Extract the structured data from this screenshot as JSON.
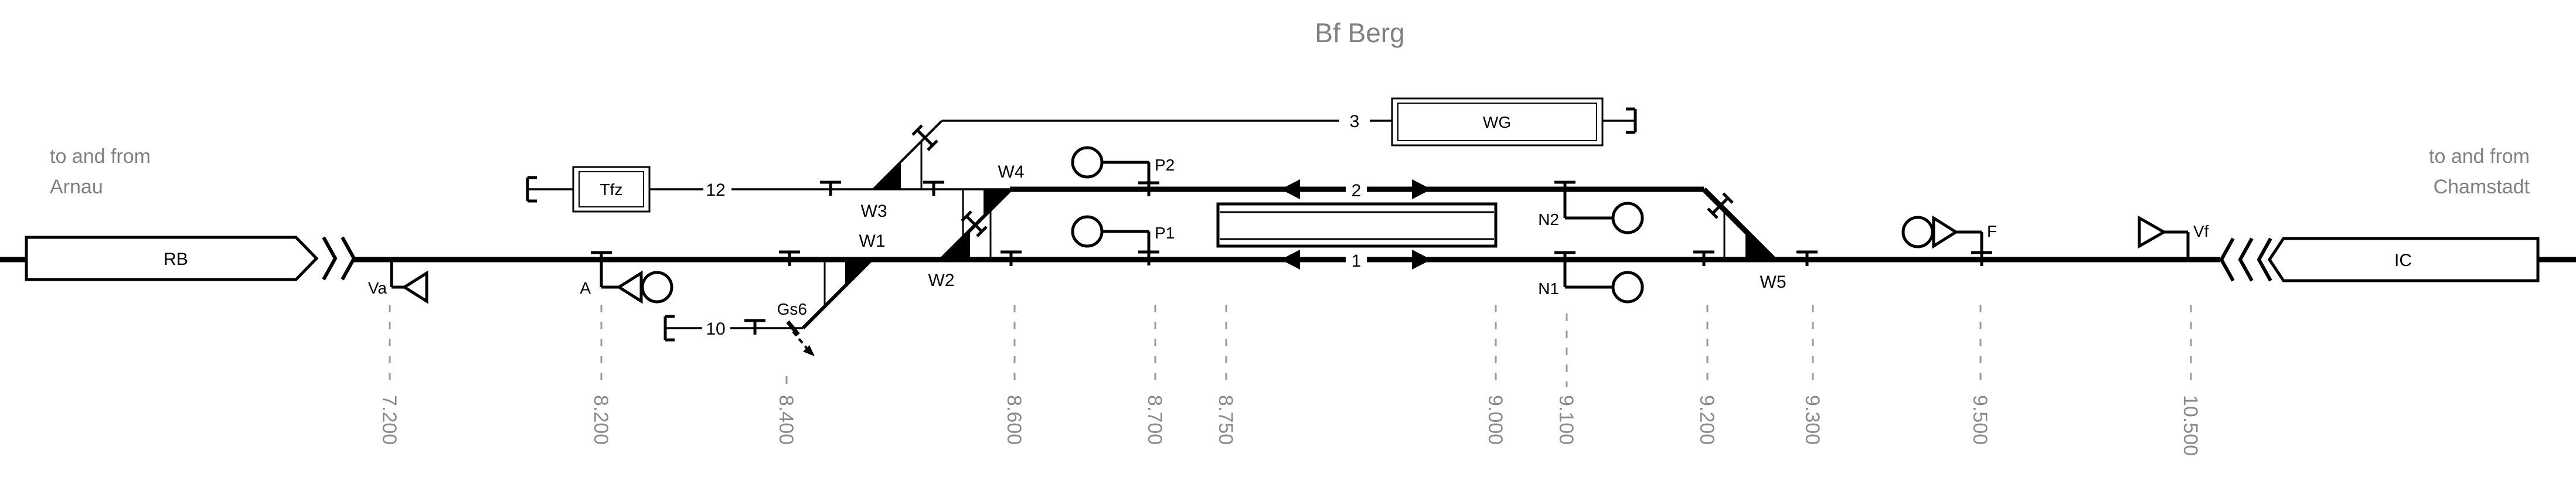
{
  "title": "Bf Berg",
  "corridor_left": {
    "line1": "to and from",
    "line2": "Arnau"
  },
  "corridor_right": {
    "line1": "to and from",
    "line2": "Chamstadt"
  },
  "boxes": {
    "rb": "RB",
    "tfz": "Tfz",
    "wg": "WG",
    "ic": "IC"
  },
  "tracks": {
    "t1": "1",
    "t2": "2",
    "t3": "3",
    "t10": "10",
    "t12": "12"
  },
  "switches": {
    "w1": "W1",
    "w2": "W2",
    "w3": "W3",
    "w4": "W4",
    "w5": "W5"
  },
  "signals": {
    "va": "Va",
    "a": "A",
    "gs6": "Gs6",
    "p1": "P1",
    "p2": "P2",
    "n1": "N1",
    "n2": "N2",
    "f": "F",
    "vf": "Vf"
  },
  "km_markers": [
    "7.200",
    "8.200",
    "8.400",
    "8.600",
    "8.700",
    "8.750",
    "9.000",
    "9.100",
    "9.200",
    "9.300",
    "9.500",
    "10.500"
  ]
}
